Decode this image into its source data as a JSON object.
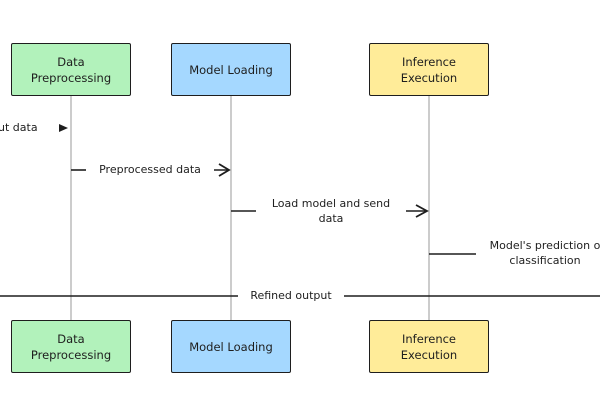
{
  "actors": [
    {
      "id": "data-preprocessing",
      "label": "Data\nPreprocessing",
      "fill": "#b2f2bb"
    },
    {
      "id": "model-loading",
      "label": "Model Loading",
      "fill": "#a5d8ff"
    },
    {
      "id": "inference-execution",
      "label": "Inference\nExecution",
      "fill": "#ffec99"
    }
  ],
  "messages": [
    {
      "label": "ut data"
    },
    {
      "label": "Preprocessed data"
    },
    {
      "label": "Load model and send\ndata"
    },
    {
      "label": "Model's prediction o\nclassification"
    },
    {
      "label": "Refined output"
    }
  ]
}
